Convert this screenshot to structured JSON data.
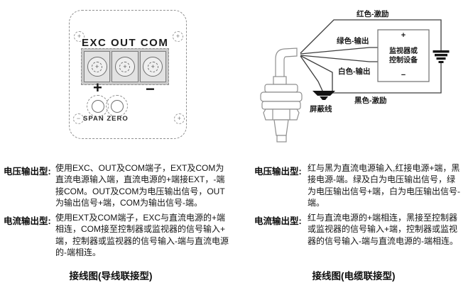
{
  "left_diagram": {
    "heading": "EXC OUT COM",
    "plus_mark": "+",
    "minus_mark": "−",
    "span_zero_label": "SPAN ZERO",
    "corner_screws": {
      "tl": "+",
      "tr": "+",
      "bl": "−",
      "br": "+"
    },
    "terminal_screw_glyph": "+"
  },
  "right_diagram": {
    "wire_labels": {
      "red": "红色-激励",
      "green": "绿色-输出",
      "white": "白色-输出",
      "black": "黑色-激励",
      "shield": "屏蔽线"
    },
    "device_box": {
      "plus": "+",
      "name_line1": "监视器或",
      "name_line2": "控制设备",
      "minus": "−"
    }
  },
  "sections": {
    "left_voltage": {
      "label": "电压输出型:",
      "lines": [
        "使用EXC、OUT及COM端子，EXT及COM为",
        "直流电源输入端，直流电源的+端接EXT，-端",
        "接COM。OUT及COM为电压输出信号，OUT",
        "为输出信号+端，COM为输出信号-端。"
      ]
    },
    "left_current": {
      "label": "电流输出型:",
      "lines": [
        "使用EXT及COM端子，EXC与直流电源的+端",
        "相连，COM接至控制器或监视器的信号输入+",
        "端，控制器或监视器的信号输入-端与直流电源",
        "的-端相连。"
      ]
    },
    "right_voltage": {
      "label": "电压输出型:",
      "lines": [
        "红与黑为直流电源输入,红接电源+端，黑",
        "接电源-端。绿及白为电压输出信号，绿",
        "为电压输出信号+端，白为电压输出信号-",
        "端。"
      ]
    },
    "right_current": {
      "label": "电流输出型:",
      "lines": [
        "红与直流电源的+端相连，黑接至控制器",
        "或监视器的信号输入+端，控制器或监视",
        "器的信号输入-端与直流电源的-端相连。"
      ]
    }
  },
  "captions": {
    "left": "接线图(导线联接型)",
    "right": "接线图(电缆联接型)"
  },
  "colors": {
    "drawing_line": "#8f8f8f",
    "wire_line": "#3d3d3d",
    "text": "#111111",
    "background": "#ffffff"
  }
}
